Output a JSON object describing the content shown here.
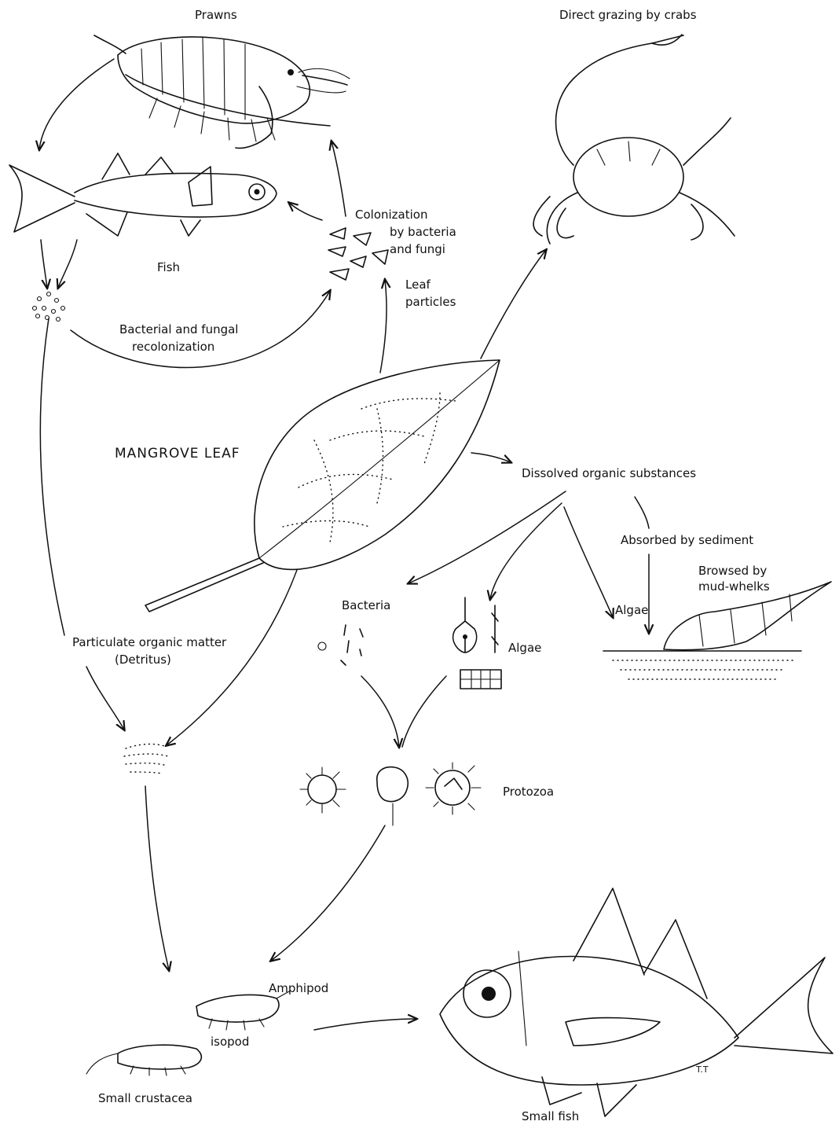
{
  "labels": {
    "prawns": "Prawns",
    "crabs": "Direct grazing by crabs",
    "fish": "Fish",
    "colonization_1": "Colonization",
    "colonization_2": "by bacteria",
    "colonization_3": "and fungi",
    "leaf_particles_1": "Leaf",
    "leaf_particles_2": "particles",
    "recolonization_1": "Bacterial and fungal",
    "recolonization_2": "recolonization",
    "mangrove_leaf": "MANGROVE LEAF",
    "dissolved": "Dissolved organic substances",
    "absorbed": "Absorbed by sediment",
    "browsed_1": "Browsed by",
    "browsed_2": "mud-whelks",
    "algae_sediment": "Algae",
    "bacteria": "Bacteria",
    "algae": "Algae",
    "pom_1": "Particulate organic matter",
    "pom_2": "(Detritus)",
    "protozoa": "Protozoa",
    "amphipod": "Amphipod",
    "isopod": "isopod",
    "small_crustacea": "Small crustacea",
    "small_fish": "Small fish",
    "artist_initials": "T.T"
  },
  "colors": {
    "ink": "#111111",
    "background": "#ffffff"
  }
}
